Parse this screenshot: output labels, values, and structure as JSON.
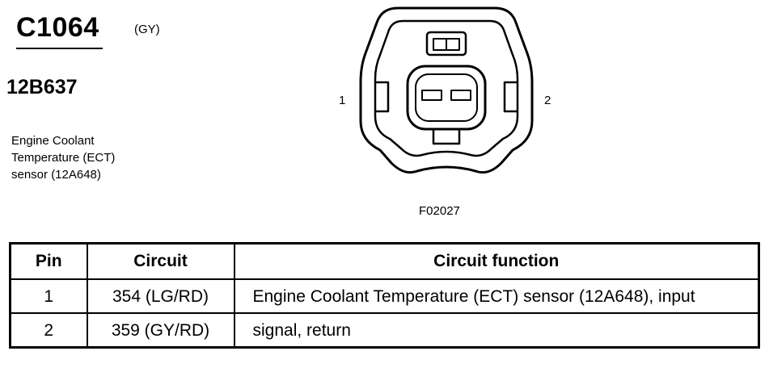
{
  "header": {
    "connector_id": "C1064",
    "connector_color": "(GY)",
    "part_number": "12B637",
    "component_description_lines": [
      "Engine Coolant",
      "Temperature (ECT)",
      "sensor (12A648)"
    ]
  },
  "figure": {
    "pin_label_left": "1",
    "pin_label_right": "2",
    "figure_id": "F02027"
  },
  "table": {
    "columns": [
      "Pin",
      "Circuit",
      "Circuit function"
    ],
    "rows": [
      {
        "pin": "1",
        "circuit": "354 (LG/RD)",
        "function": "Engine Coolant Temperature (ECT) sensor (12A648), input"
      },
      {
        "pin": "2",
        "circuit": "359 (GY/RD)",
        "function": "signal, return"
      }
    ]
  }
}
